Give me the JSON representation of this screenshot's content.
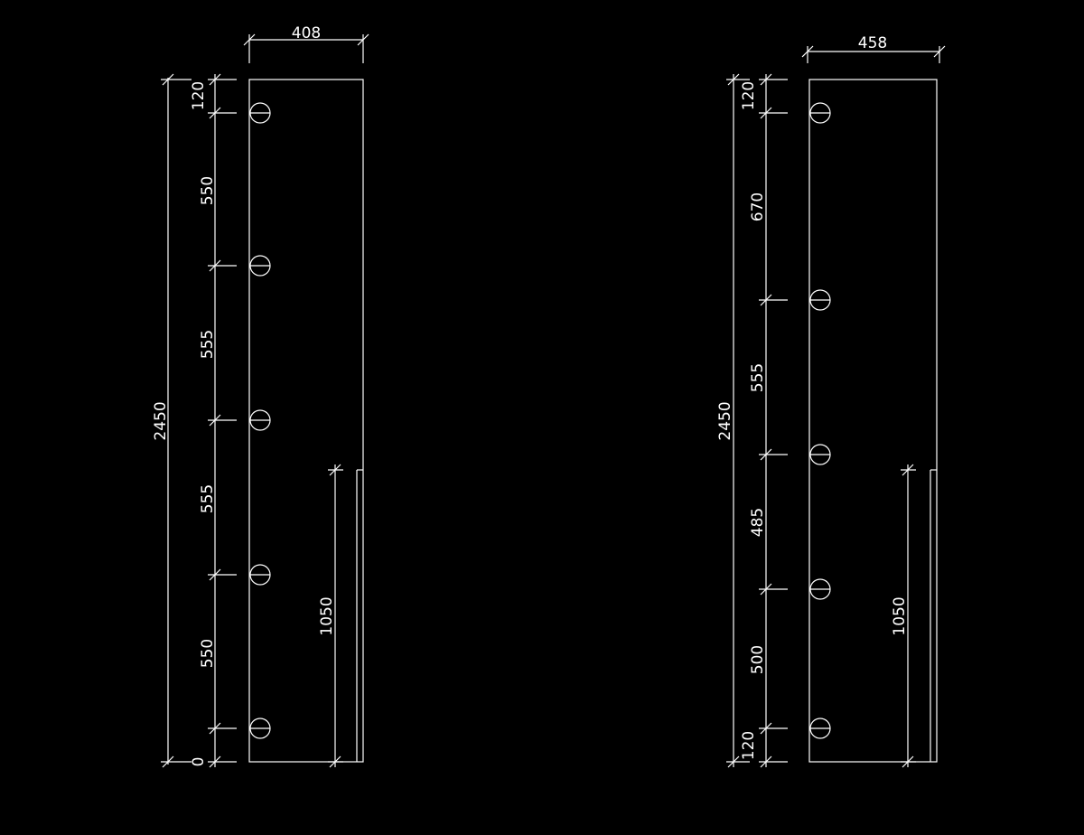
{
  "colors": {
    "background": "#000000",
    "stroke": "#ffffff"
  },
  "panels": [
    {
      "width_label": "408",
      "height_label": "2450",
      "spacing_labels": [
        "0",
        "550",
        "555",
        "555",
        "550",
        "120"
      ],
      "lower_label": "1050",
      "peg_icon": "circle-half-icon"
    },
    {
      "width_label": "458",
      "height_label": "2450",
      "spacing_labels": [
        "120",
        "500",
        "485",
        "555",
        "670",
        "120"
      ],
      "lower_label": "1050",
      "peg_icon": "circle-half-icon"
    }
  ]
}
